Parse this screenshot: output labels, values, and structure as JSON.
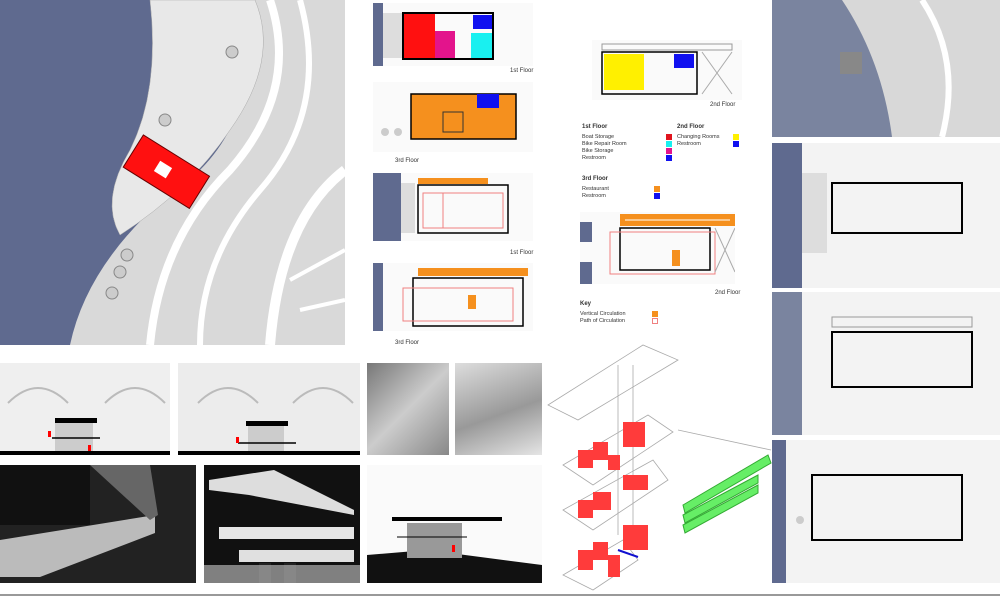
{
  "plans": {
    "first_floor": "1st Floor",
    "third_floor": "3rd Floor",
    "second_floor": "2nd Floor",
    "circ_first_floor": "1st Floor",
    "circ_third_floor": "3rd Floor",
    "circ_second_floor": "2nd Floor"
  },
  "legend": {
    "first_floor": {
      "title": "1st Floor",
      "items": [
        {
          "label": "Boat Storage",
          "color": "#e0141e"
        },
        {
          "label": "Bike Repair Room",
          "color": "#19f0f0"
        },
        {
          "label": "Bike Storage",
          "color": "#e3148c"
        },
        {
          "label": "Restroom",
          "color": "#1010f0"
        }
      ]
    },
    "second_floor": {
      "title": "2nd Floor",
      "items": [
        {
          "label": "Changing Rooms",
          "color": "#fff000"
        },
        {
          "label": "Restroom",
          "color": "#1010f0"
        }
      ]
    },
    "third_floor": {
      "title": "3rd Floor",
      "items": [
        {
          "label": "Restaurant",
          "color": "#f5901e"
        },
        {
          "label": "Restroom",
          "color": "#1010f0"
        }
      ]
    }
  },
  "key": {
    "title": "Key",
    "items": [
      {
        "label": "Vertical Circulation",
        "color": "#f5901e"
      },
      {
        "label": "Path of Circulation",
        "color": "#f08080"
      }
    ]
  },
  "colors": {
    "water": "#5f6a8f",
    "building": "#ff1010",
    "axon_stair": "#66ee66"
  }
}
